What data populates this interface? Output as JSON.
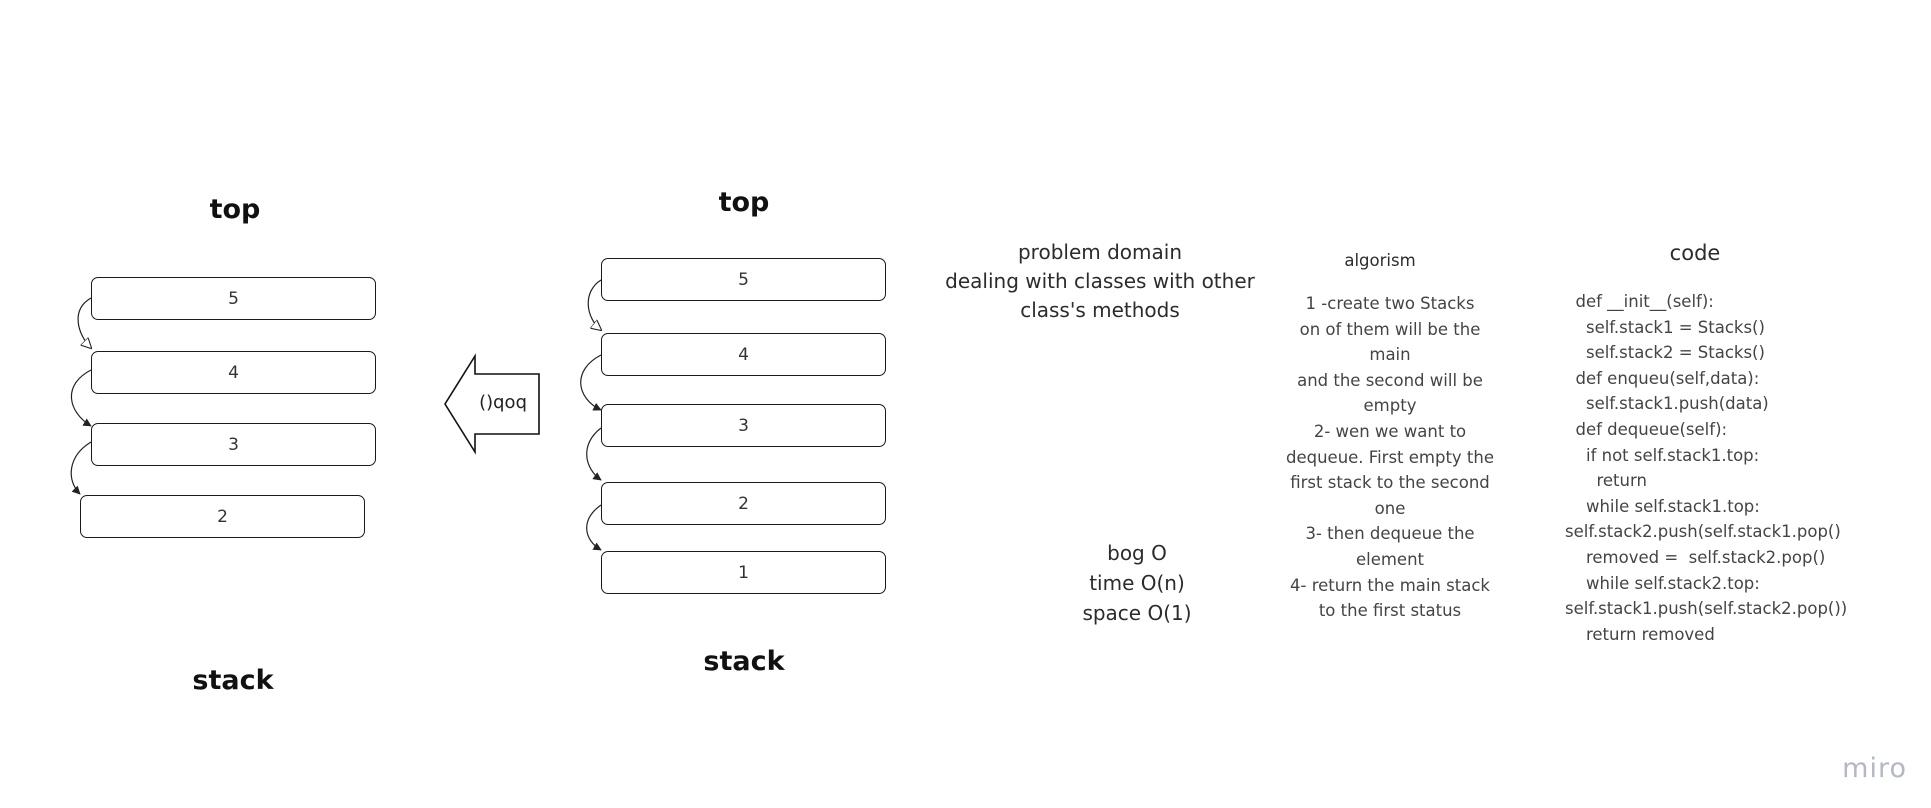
{
  "left_diagram": {
    "top_label": "top",
    "bottom_label": "stack",
    "items": [
      "5",
      "4",
      "3",
      "2"
    ]
  },
  "pop_arrow": {
    "label": "pop()"
  },
  "right_diagram": {
    "top_label": "top",
    "bottom_label": "stack",
    "items": [
      "5",
      "4",
      "3",
      "2",
      "1"
    ]
  },
  "problem": {
    "lines": [
      "problem domain",
      "dealing with classes with other",
      "class's methods"
    ]
  },
  "big_o": {
    "lines": [
      "bog O",
      "time O(n)",
      "space O(1)"
    ]
  },
  "algorithm": {
    "title": "algorism",
    "lines": [
      "1 -create two Stacks",
      "on of them will be the",
      "main",
      "and the second will be",
      "empty",
      "2-  wen we want to",
      "dequeue. First empty the",
      "first stack to the second",
      "one",
      "3- then dequeue the",
      "element",
      "4- return the main stack",
      "to the first status"
    ]
  },
  "code": {
    "title": "code",
    "lines": [
      "  def __init__(self):",
      "    self.stack1 = Stacks()",
      "    self.stack2 = Stacks()",
      "  def enqueu(self,data):",
      "    self.stack1.push(data)",
      "  def dequeue(self):",
      "    if not self.stack1.top:",
      "      return",
      "    while self.stack1.top:",
      "self.stack2.push(self.stack1.pop()",
      "    removed =  self.stack2.pop()",
      "    while self.stack2.top:",
      "self.stack1.push(self.stack2.pop())",
      "    return removed"
    ]
  },
  "watermark": "miro"
}
